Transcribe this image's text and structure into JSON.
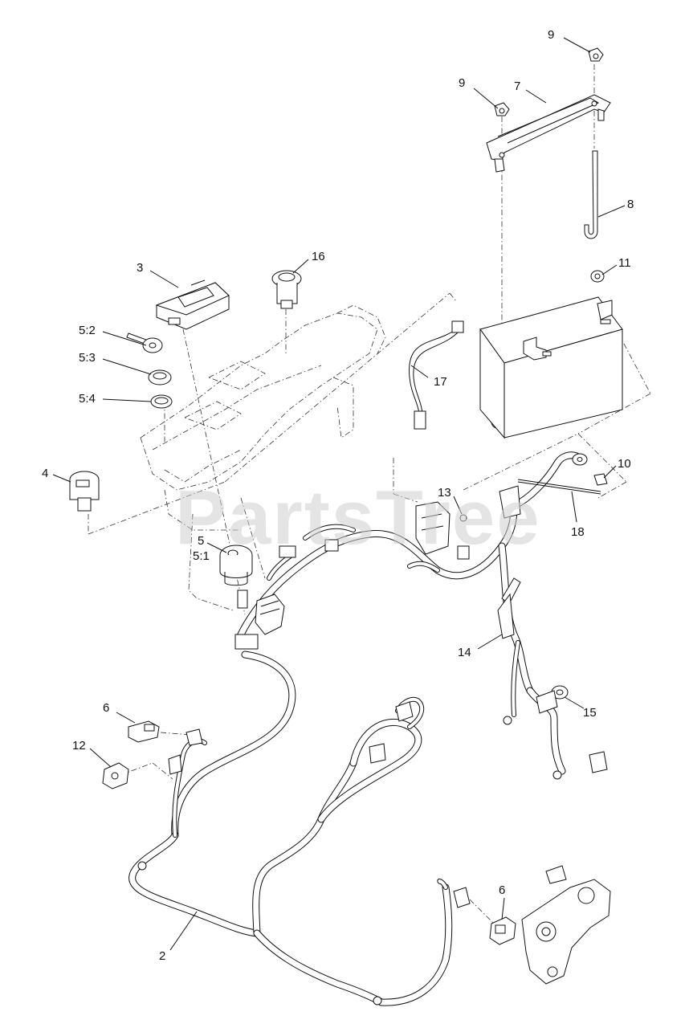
{
  "watermark": "PartsTree",
  "callouts": [
    {
      "id": "c9a",
      "text": "9"
    },
    {
      "id": "c9b",
      "text": "9"
    },
    {
      "id": "c7",
      "text": "7"
    },
    {
      "id": "c8",
      "text": "8"
    },
    {
      "id": "c11",
      "text": "11"
    },
    {
      "id": "c3",
      "text": "3"
    },
    {
      "id": "c16",
      "text": "16"
    },
    {
      "id": "c52",
      "text": "5:2"
    },
    {
      "id": "c53",
      "text": "5:3"
    },
    {
      "id": "c54",
      "text": "5:4"
    },
    {
      "id": "c17",
      "text": "17"
    },
    {
      "id": "c4",
      "text": "4"
    },
    {
      "id": "c13",
      "text": "13"
    },
    {
      "id": "c10",
      "text": "10"
    },
    {
      "id": "c18",
      "text": "18"
    },
    {
      "id": "c5",
      "text": "5"
    },
    {
      "id": "c51",
      "text": "5:1"
    },
    {
      "id": "c14",
      "text": "14"
    },
    {
      "id": "c15",
      "text": "15"
    },
    {
      "id": "c6a",
      "text": "6"
    },
    {
      "id": "c12",
      "text": "12"
    },
    {
      "id": "c6b",
      "text": "6"
    },
    {
      "id": "c2",
      "text": "2"
    }
  ]
}
